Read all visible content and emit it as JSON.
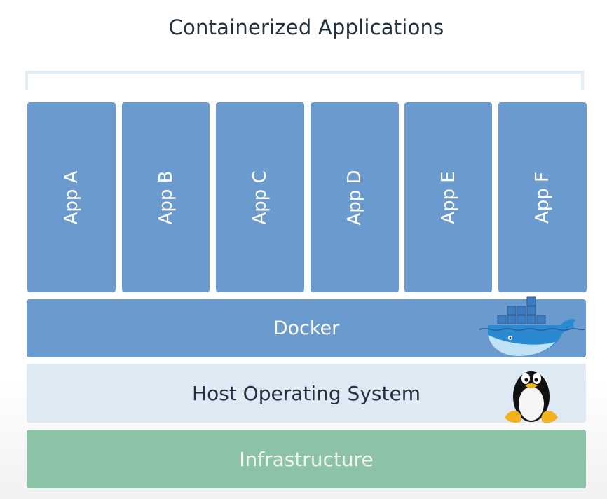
{
  "title": "Containerized Applications",
  "apps": [
    {
      "label": "App A"
    },
    {
      "label": "App B"
    },
    {
      "label": "App C"
    },
    {
      "label": "App D"
    },
    {
      "label": "App E"
    },
    {
      "label": "App F"
    }
  ],
  "layers": {
    "docker": "Docker",
    "host_os": "Host Operating System",
    "infrastructure": "Infrastructure"
  },
  "icons": {
    "docker_logo": "docker-whale-icon",
    "linux_logo": "tux-penguin-icon"
  },
  "colors": {
    "app_fill": "#6b9ace",
    "docker_fill": "#6b9ace",
    "host_fill": "#dfe9f3",
    "infrastructure_fill": "#8cc2a6",
    "title_text": "#22303f"
  }
}
